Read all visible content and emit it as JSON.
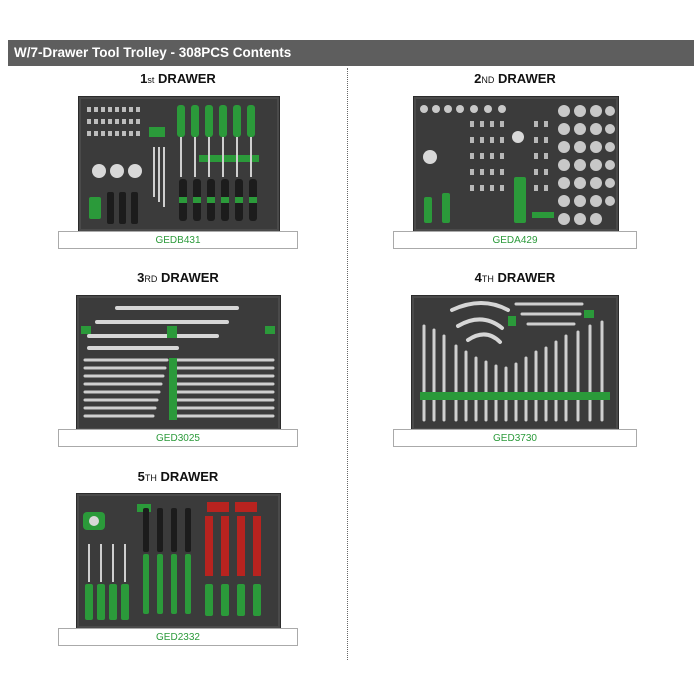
{
  "header": {
    "title": "W/7-Drawer Tool Trolley - 308PCS Contents"
  },
  "drawers": [
    {
      "num": "1",
      "suffix": "st",
      "label": "DRAWER",
      "code": "GEDB431"
    },
    {
      "num": "2",
      "suffix": "ND",
      "label": "DRAWER",
      "code": "GEDA429"
    },
    {
      "num": "3",
      "suffix": "RD",
      "label": "DRAWER",
      "code": "GED3025"
    },
    {
      "num": "4",
      "suffix": "TH",
      "label": "DRAWER",
      "code": "GED3730"
    },
    {
      "num": "5",
      "suffix": "TH",
      "label": "DRAWER",
      "code": "GED2332"
    }
  ],
  "colors": {
    "header_bg": "#5e5e5e",
    "accent_green": "#2b9a3a",
    "tray_bg": "#3b3b3b"
  }
}
